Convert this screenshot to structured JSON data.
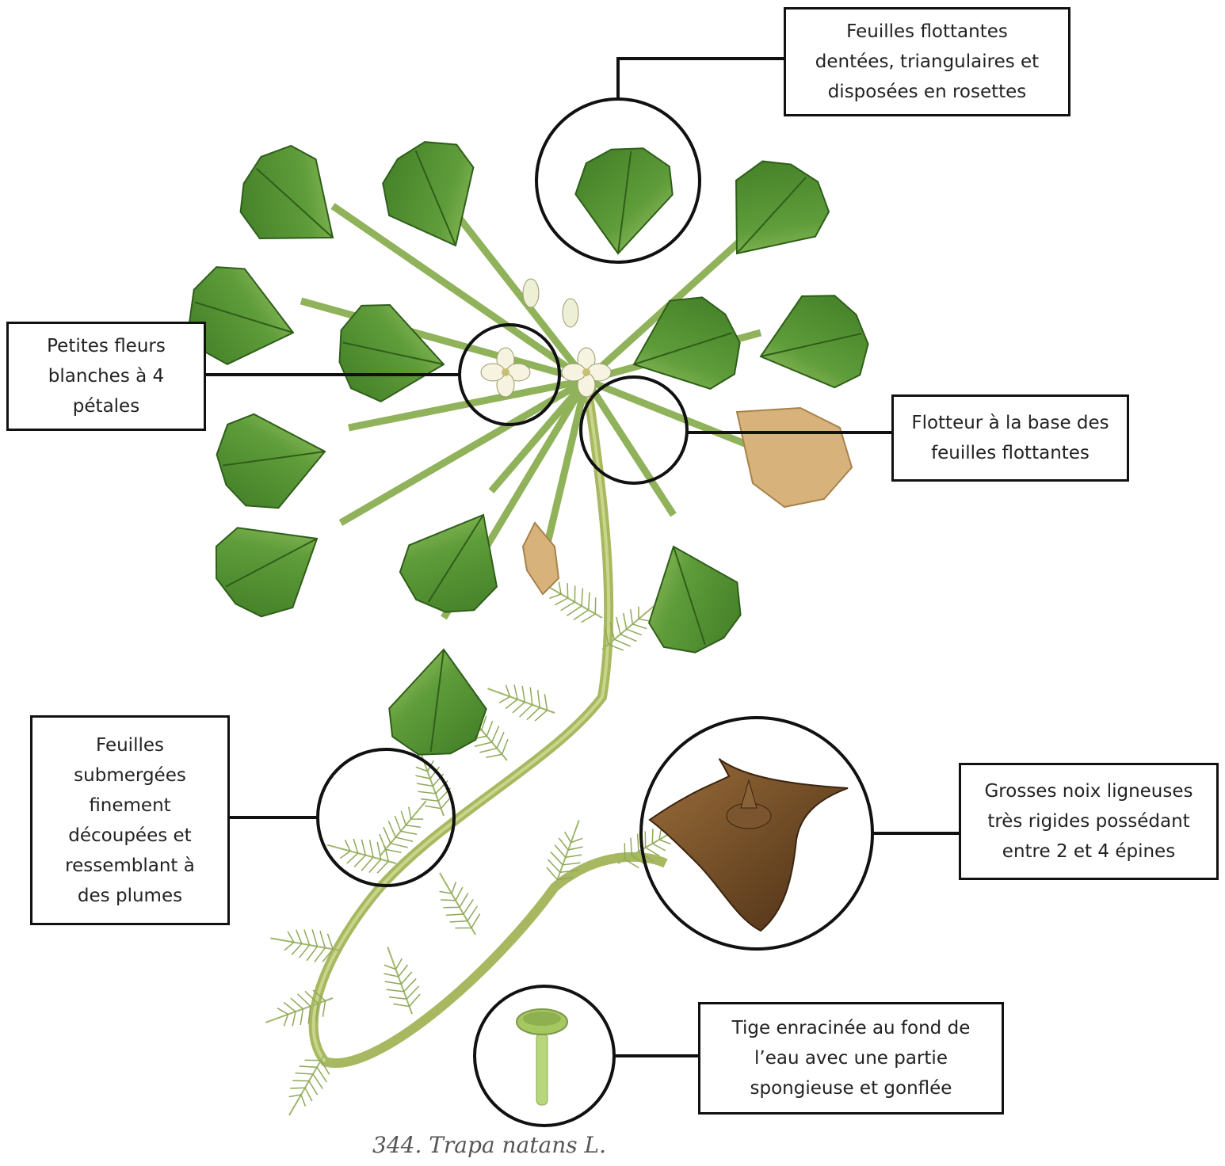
{
  "colors": {
    "leaf_dark": "#3f7c25",
    "leaf_mid": "#5f9c3a",
    "leaf_light": "#a9cf6e",
    "stem": "#a7b860",
    "dry_leaf": "#d7b27a",
    "nut": "#6e4a25",
    "outline": "#111111"
  },
  "callouts": {
    "floating_leaves": "Feuilles flottantes\ndentées, triangulaires et\ndisposées en rosettes",
    "flowers": "Petites fleurs\nblanches à 4\npétales",
    "float": "Flotteur à la base des\nfeuilles flottantes",
    "submerged_leaves": "Feuilles\nsubmergées\nfinement\ndécoupées et\nressemblant à\ndes plumes",
    "nut": "Grosses noix ligneuses\ntrès rigides possédant\nentre 2 et 4 épines",
    "stem": "Tige enracinée au fond de\nl’eau avec une partie\nspongieuse et gonflée"
  },
  "plate_caption": "344. Trapa natans L."
}
